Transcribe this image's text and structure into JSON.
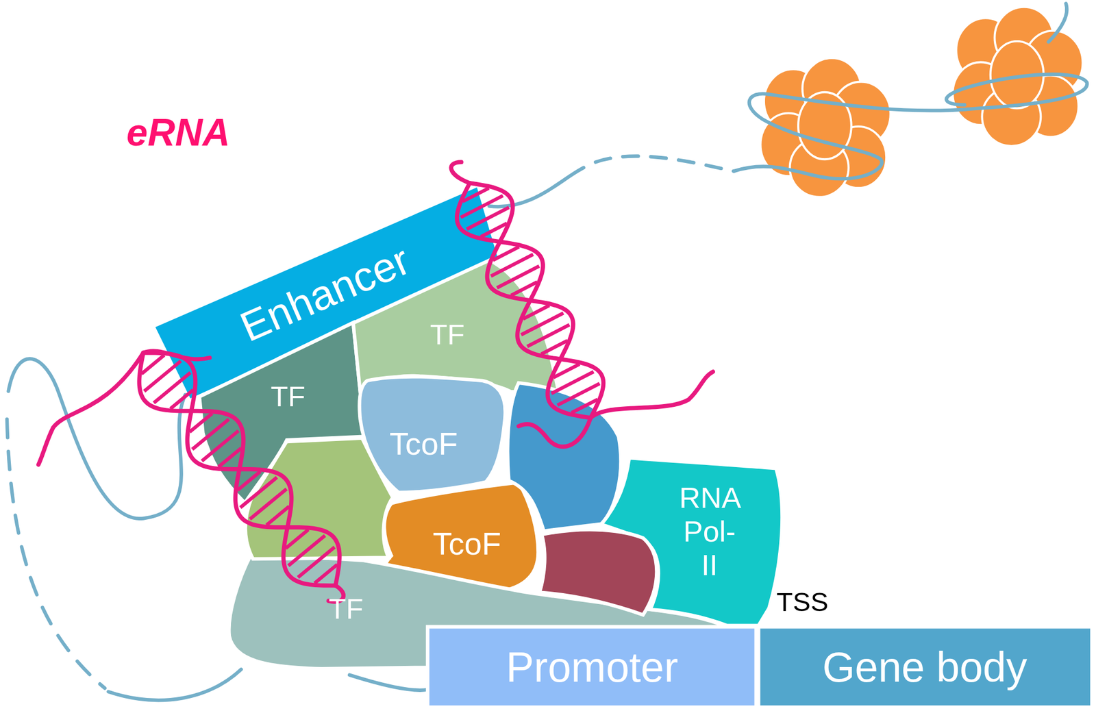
{
  "diagram": {
    "nodes": [
      {
        "text": [
          "Enhancer"
        ]
      },
      {
        "text": [
          "TF"
        ]
      },
      {
        "text": [
          "TF"
        ]
      },
      {
        "text": [
          "TcoF"
        ]
      },
      {
        "text": [
          "TcoF"
        ]
      },
      {
        "text": [
          "TF"
        ]
      },
      {
        "text": [
          "RNA Pol-II"
        ]
      },
      {
        "text": [
          "Promoter"
        ]
      },
      {
        "text": [
          "Gene body"
        ]
      }
    ],
    "labels": [
      "eRNA",
      "TSS"
    ]
  }
}
